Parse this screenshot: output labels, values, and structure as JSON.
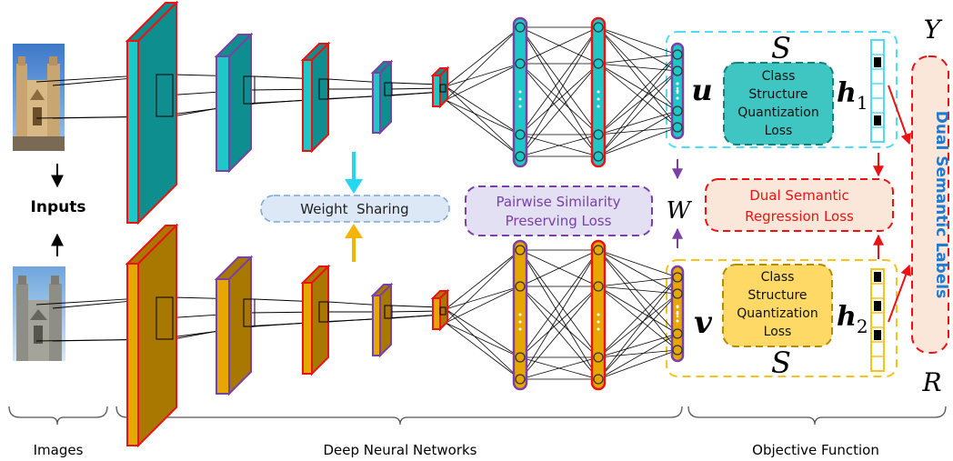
{
  "inputs_label": "Inputs",
  "weight_sharing": "Weight  Sharing",
  "pairwise_loss": [
    "Pairwise Similarity",
    "Preserving Loss"
  ],
  "dual_regression": [
    "Dual Semantic",
    "Regression Loss"
  ],
  "quant_loss": [
    "Class",
    "Structure",
    "Quantization",
    "Loss"
  ],
  "dual_labels": "Dual Semantic Labels",
  "symbols": {
    "Y": "Y",
    "R": "R",
    "S": "S",
    "W": "W",
    "u": "u",
    "v": "v",
    "h": "h",
    "one": "1",
    "two": "2"
  },
  "bottom_labels": {
    "images": "Images",
    "dnn": "Deep Neural Networks",
    "objective": "Objective Function"
  },
  "colors": {
    "teal": "#1FC8C8",
    "teal_dark": "#0E8E8E",
    "gold": "#E6A800",
    "gold_dark": "#A87800",
    "red": "#EE1111",
    "purple": "#7B3FA6",
    "cyan_border": "#4FDDF5",
    "yellow_border": "#F7C21A",
    "light_blue": "#DCE8F6",
    "lavender": "#E2E0F2",
    "peach": "#FBE6DA",
    "quant_teal": "#3FC6C2",
    "quant_yellow": "#FFD966",
    "label_blue": "#1E7BD2",
    "arrow_cyan": "#22D8F0",
    "arrow_gold": "#F4B400"
  }
}
